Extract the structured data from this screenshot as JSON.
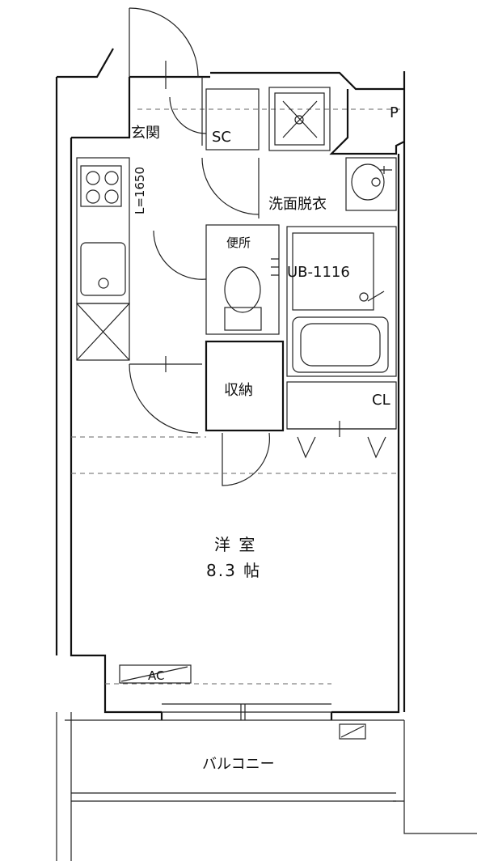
{
  "labels": {
    "entrance": "玄関",
    "shoe_closet": "SC",
    "kitchen_length": "L=1650",
    "washroom": "洗面脱衣",
    "toilet": "便所",
    "unit_bath": "UB-1116",
    "storage": "収納",
    "closet": "CL",
    "room_name": "洋 室",
    "room_size": "8.3 帖",
    "ac": "AC",
    "balcony": "バルコニー",
    "ps": "P"
  }
}
